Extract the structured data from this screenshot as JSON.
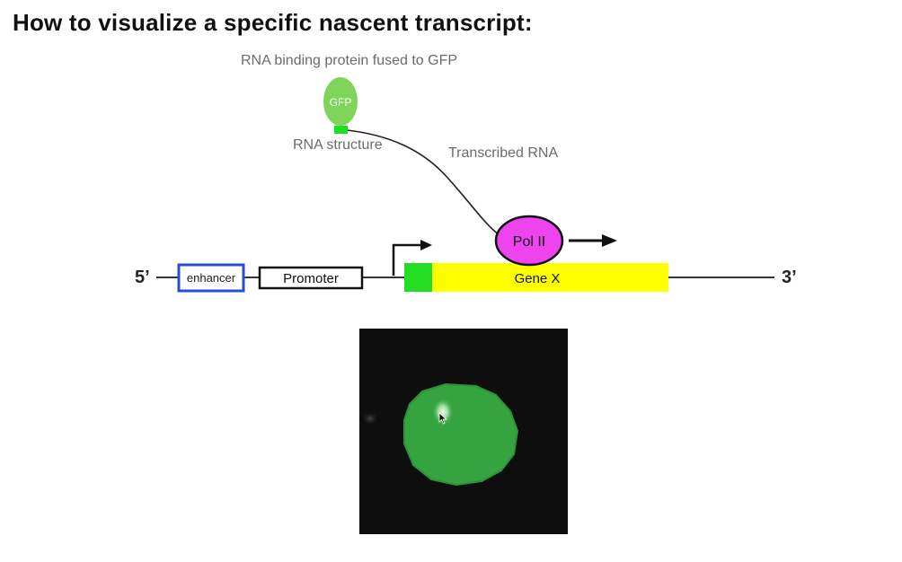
{
  "title": "How to visualize a specific nascent transcript:",
  "labels": {
    "rbp": "RNA binding protein fused to GFP",
    "gfp": "GFP",
    "rna_structure": "RNA structure",
    "transcribed_rna": "Transcribed RNA",
    "pol2": "Pol II",
    "five_prime": "5’",
    "three_prime": "3’",
    "enhancer": "enhancer",
    "promoter": "Promoter",
    "gene": "Gene X"
  },
  "colors": {
    "gfp": "#7ed55a",
    "rna_tag": "#1fe01f",
    "pol2": "#ee44ee",
    "gene": "#ffff00",
    "gene_start": "#22dd22",
    "enhancer_border": "#2a4bd7",
    "nucleus": "#35a33f"
  },
  "icons": {
    "tss": "transcription-start-arrow-icon",
    "direction": "right-arrow-icon",
    "cursor": "mouse-pointer-icon"
  }
}
